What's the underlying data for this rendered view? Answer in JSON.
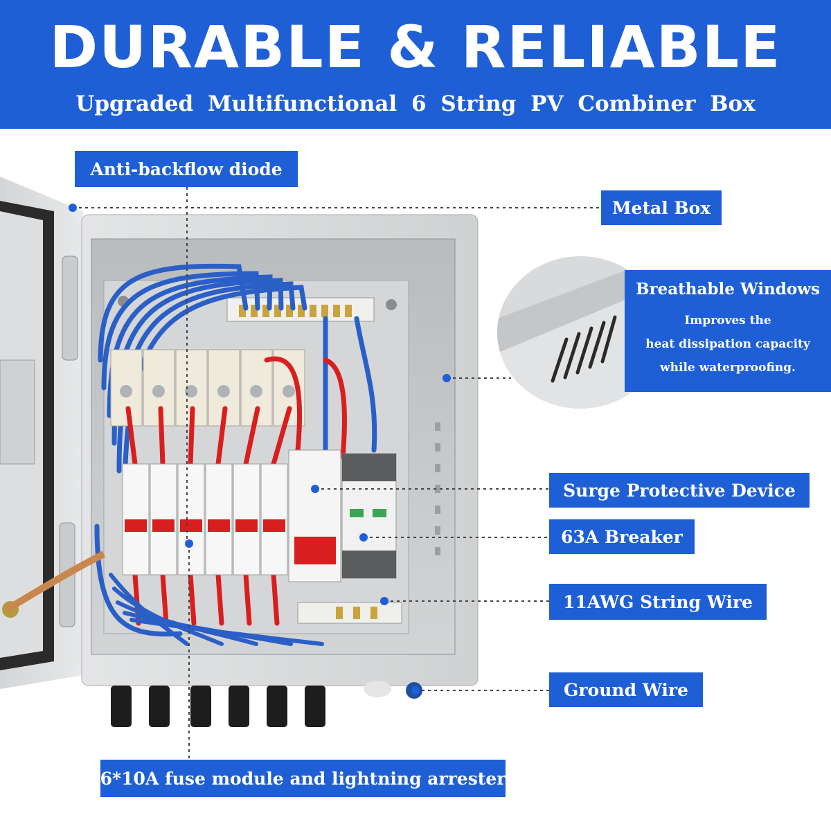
{
  "header": {
    "title": "DURABLE & RELIABLE",
    "subtitle": "Upgraded Multifunctional 6 String PV Combiner Box"
  },
  "callouts": {
    "anti_backflow": "Anti-backflow diode",
    "metal_box": "Metal Box",
    "breathable_title": "Breathable Windows",
    "breathable_line1": "Improves the",
    "breathable_line2": "heat dissipation capacity",
    "breathable_line3": "while waterproofing.",
    "spd": "Surge Protective Device",
    "breaker": "63A Breaker",
    "string_wire": "11AWG String Wire",
    "ground_wire": "Ground Wire",
    "fuse_module": "6*10A fuse module and lightning arrester"
  },
  "colors": {
    "accent_blue": "#1f5fd6",
    "enclosure_grey": "#d9dbdc",
    "wire_red": "#d81e1e",
    "wire_blue": "#2a5fc7"
  }
}
